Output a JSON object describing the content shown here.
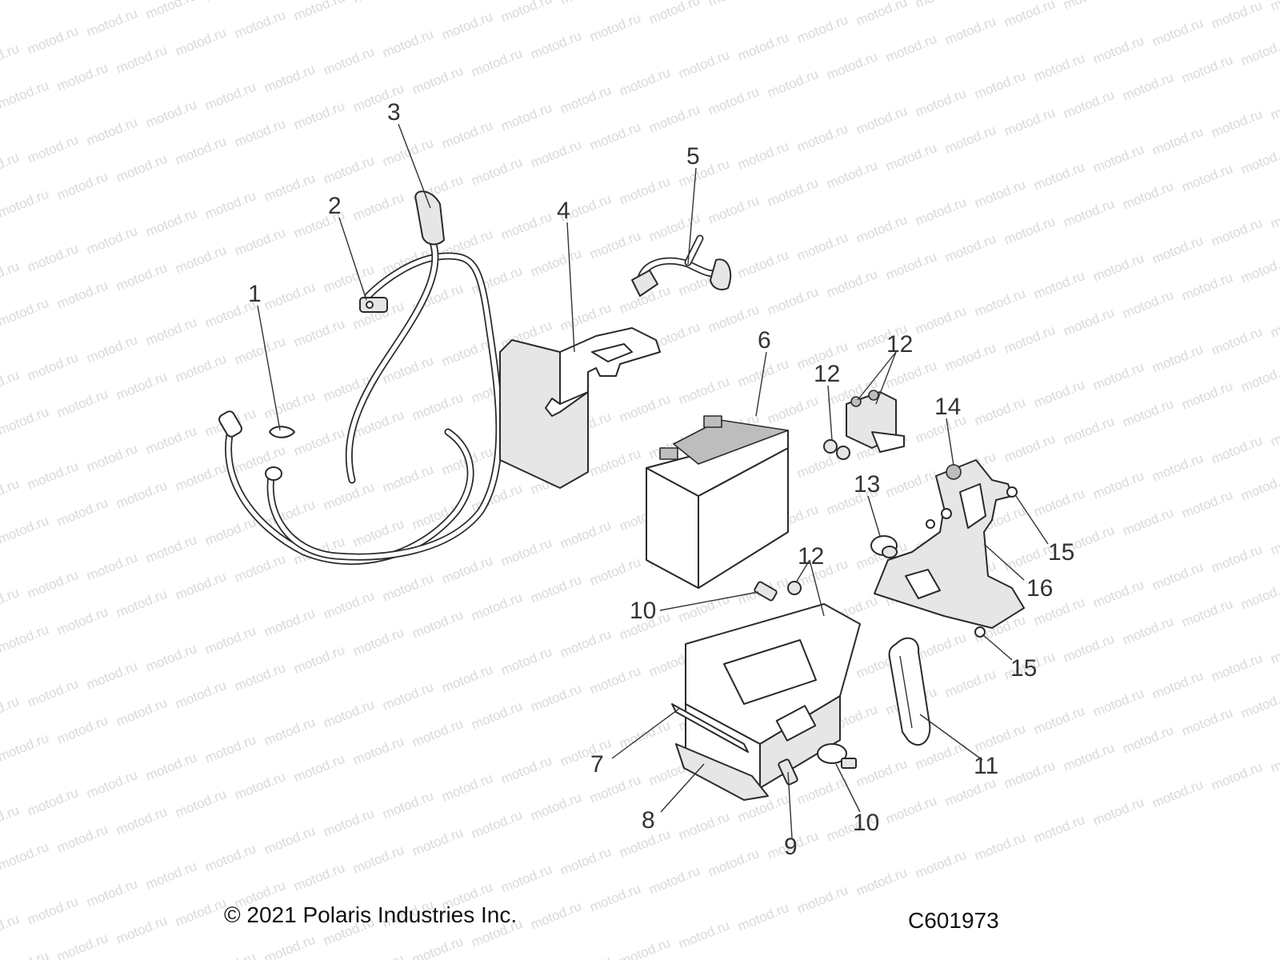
{
  "diagram": {
    "watermark_text": "motod.ru",
    "footer": {
      "copyright": "© 2021 Polaris Industries Inc.",
      "figure_code": "C601973"
    },
    "callouts": [
      {
        "label": "1"
      },
      {
        "label": "2"
      },
      {
        "label": "3"
      },
      {
        "label": "4"
      },
      {
        "label": "5"
      },
      {
        "label": "6"
      },
      {
        "label": "12"
      },
      {
        "label": "12"
      },
      {
        "label": "14"
      },
      {
        "label": "13"
      },
      {
        "label": "15"
      },
      {
        "label": "16"
      },
      {
        "label": "12"
      },
      {
        "label": "10"
      },
      {
        "label": "15"
      },
      {
        "label": "7"
      },
      {
        "label": "11"
      },
      {
        "label": "8"
      },
      {
        "label": "10"
      },
      {
        "label": "9"
      }
    ]
  }
}
